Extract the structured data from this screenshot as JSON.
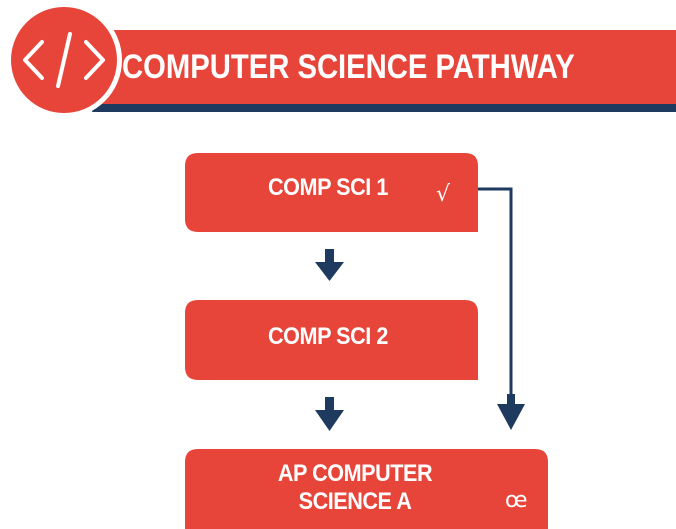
{
  "title": "COMPUTER SCIENCE PATHWAY",
  "logo_glyph": "</>",
  "colors": {
    "primary_red": "#E8453A",
    "dark_navy": "#1F3A5F",
    "text": "#FFFFFF"
  },
  "courses": [
    {
      "label": "COMP SCI 1",
      "mark": "√"
    },
    {
      "label": "COMP SCI 2",
      "mark": ""
    },
    {
      "label_line1": "AP COMPUTER",
      "label_line2": "SCIENCE A",
      "mark": "œ"
    }
  ]
}
